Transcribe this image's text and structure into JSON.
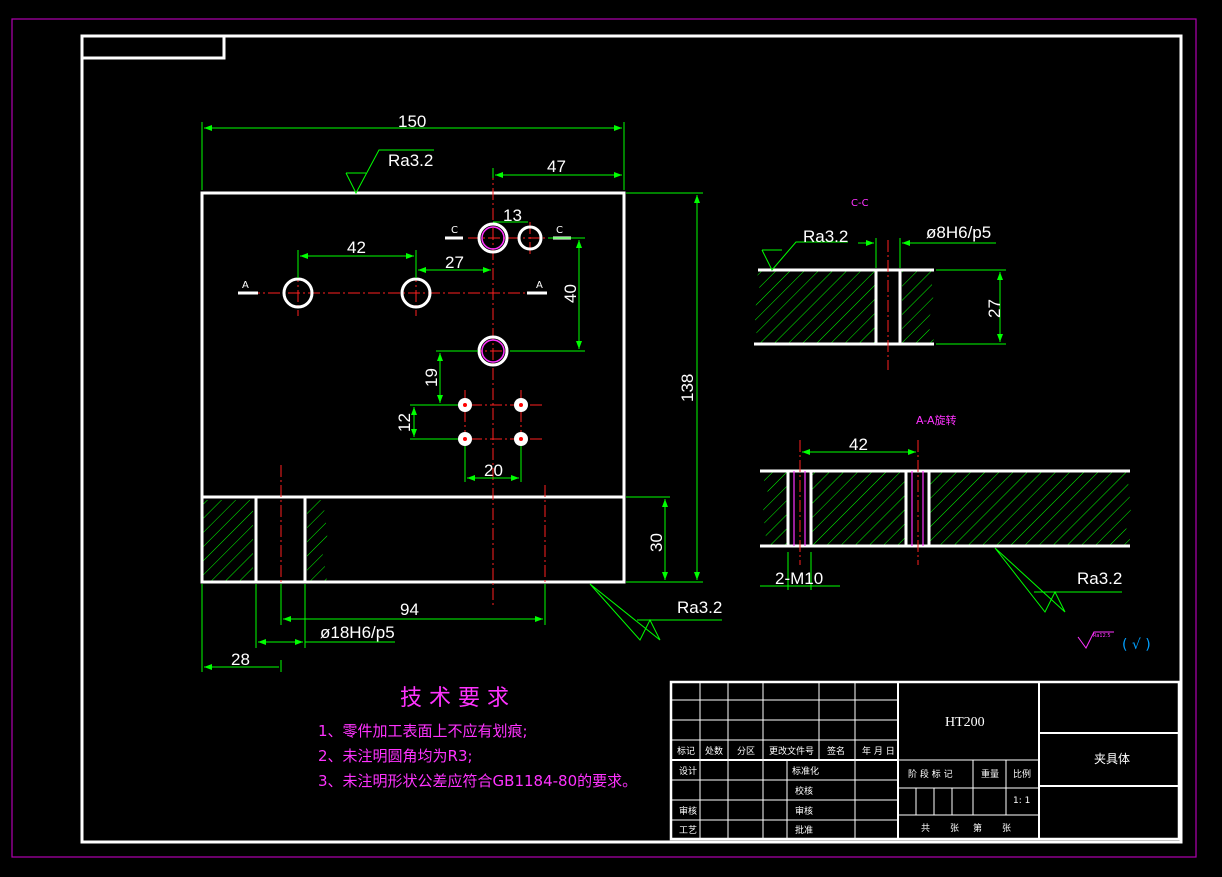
{
  "drawing": {
    "dimensions": {
      "width_150": "150",
      "d47": "47",
      "d13": "13",
      "d42": "42",
      "d27": "27",
      "d40": "40",
      "d19": "19",
      "d12": "12",
      "d20": "20",
      "d138": "138",
      "d30": "30",
      "d94": "94",
      "hole_fit": "ø18H6/p5",
      "d28": "28"
    },
    "roughness": {
      "top": "Ra3.2",
      "bottom": "Ra3.2",
      "cc": "Ra3.2",
      "aa": "Ra3.2"
    },
    "section_markers": {
      "a_left": "A",
      "a_right": "A",
      "c_left": "C",
      "c_right": "C"
    },
    "section_cc": {
      "title": "C-C",
      "fit": "ø8H6/p5",
      "thickness": "27"
    },
    "section_aa": {
      "title": "A-A旋转",
      "spacing": "42",
      "thread": "2-M10"
    },
    "other_surfaces": {
      "symbol_note": "Ra12.5",
      "paren": "( √ )"
    },
    "tech_requirements": {
      "title": "技 术 要 求",
      "items": [
        "1、零件加工表面上不应有划痕;",
        "2、未注明圆角均为R3;",
        "3、未注明形状公差应符合GB1184-80的要求。"
      ]
    },
    "title_block": {
      "material": "HT200",
      "part_name": "夹具体",
      "header": [
        "标记",
        "处数",
        "分区",
        "更改文件号",
        "签名",
        "年 月 日"
      ],
      "roles": [
        "设计",
        "标准化",
        "审核",
        "工艺",
        "批准"
      ],
      "left_extra": [
        "校核"
      ],
      "mid_extra": [
        "审核",
        "批准"
      ],
      "stage_label": "阶 段 标 记",
      "weight_label": "重量",
      "scale_label": "比例",
      "scale_value": "1: 1",
      "sheets": [
        "共",
        "张",
        "第",
        "张"
      ]
    }
  }
}
